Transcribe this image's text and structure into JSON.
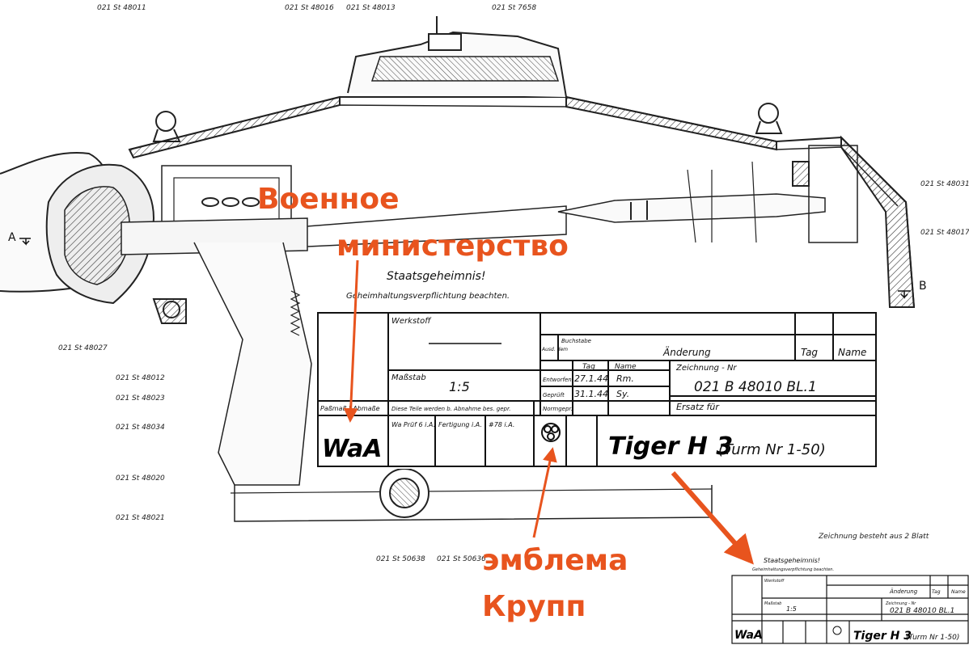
{
  "drawing": {
    "part_labels_top": [
      "021 St 48011",
      "021 St 48016",
      "021 St 48013",
      "021 St 7658"
    ],
    "part_labels_right": [
      "021 St 48031",
      "021 St 48017"
    ],
    "part_labels_left": [
      "021 St 48027",
      "021 St 48012",
      "021 St 48023",
      "021 St 48034",
      "021 St 48020",
      "021 St 48021"
    ],
    "part_labels_bottom": [
      "021 St 50638",
      "021 St 50636"
    ],
    "section_a": "A",
    "section_b": "B",
    "sheet_note": "Zeichnung besteht aus 2 Blatt"
  },
  "title_block": {
    "secret": "Staatsgeheimnis!",
    "secret_sub": "Geheimhaltungsverpflichtung beachten.",
    "werkstoff": "Werkstoff",
    "buchstabe": "Buchstabe",
    "aus_dem": "Ausd. dem",
    "anderung": "Änderung",
    "tag": "Tag",
    "name": "Name",
    "massstab_label": "Maßstab",
    "massstab_value": "1:5",
    "tag_col": "Tag",
    "name_col": "Name",
    "entworfen": "Entworfen",
    "gepruft": "Geprüft",
    "normgepr": "Normgepr.",
    "date_1": "27.1.44",
    "date_2": "31.1.44",
    "init_1": "Rm.",
    "init_2": "Sy.",
    "zeichnung_nr_label": "Zeichnung - Nr",
    "zeichnung_nr": "021 B 48010  BL.1",
    "ersatz": "Ersatz für",
    "passmass": "Paßmaß | Abmaße",
    "diese_teile": "Diese Teile werden b. Abnahme bes. gepr.",
    "waa": "WaA",
    "wa_pruf": "Wa Prüf 6 i.A.",
    "fertigung": "Fertigung i.A.",
    "hash78": "#78 i.A.",
    "tiger": "Tiger H 3",
    "turm": "(Turm Nr 1-50)"
  },
  "annotations": {
    "ministry_line1": "Военное",
    "ministry_line2": "министерство",
    "emblem_line1": "эмблема",
    "emblem_line2": "Крупп",
    "arrow_color": "#e8541e"
  }
}
